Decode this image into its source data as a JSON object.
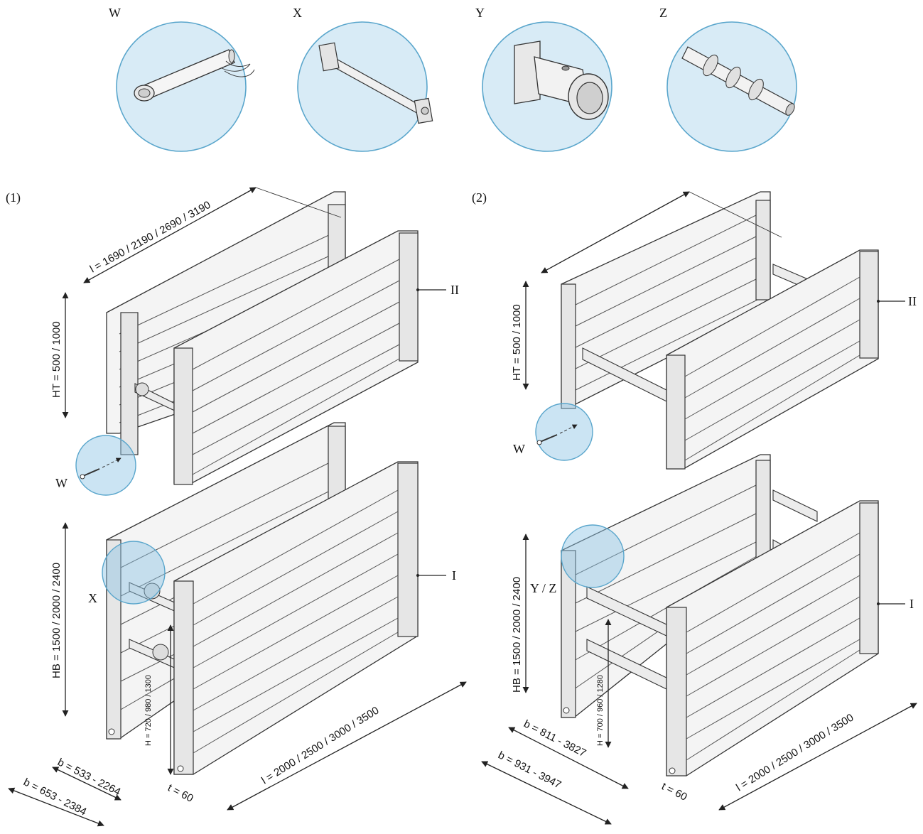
{
  "details": {
    "w": {
      "label": "W"
    },
    "x": {
      "label": "X"
    },
    "y": {
      "label": "Y"
    },
    "z": {
      "label": "Z"
    }
  },
  "fig1": {
    "label": "(1)",
    "lc": "l = 1690 / 2190 / 2690 / 3190",
    "ht": "HT = 500 / 1000",
    "hb": "HB = 1500 / 2000 / 2400",
    "hc": "H = 720 / 980 / 1300",
    "bc": "b = 533 - 2264",
    "b": "b = 653 - 2384",
    "tpl": "t = 60",
    "l": "l = 2000 / 2500 / 3000 / 3500",
    "callout_w": "W",
    "callout_x": "X",
    "panel_top": "II",
    "panel_bottom": "I"
  },
  "fig2": {
    "label": "(2)",
    "ht": "HT = 500 / 1000",
    "hb": "HB = 1500 / 2000 / 2400",
    "hc": "H = 700 / 960 / 1280",
    "bc": "b = 811 - 3827",
    "b": "b = 931 - 3947",
    "tpl": "t = 60",
    "l": "l = 2000 / 2500 / 3000 / 3500",
    "callout_w": "W",
    "callout_yz": "Y / Z",
    "panel_top": "II",
    "panel_bottom": "I"
  }
}
